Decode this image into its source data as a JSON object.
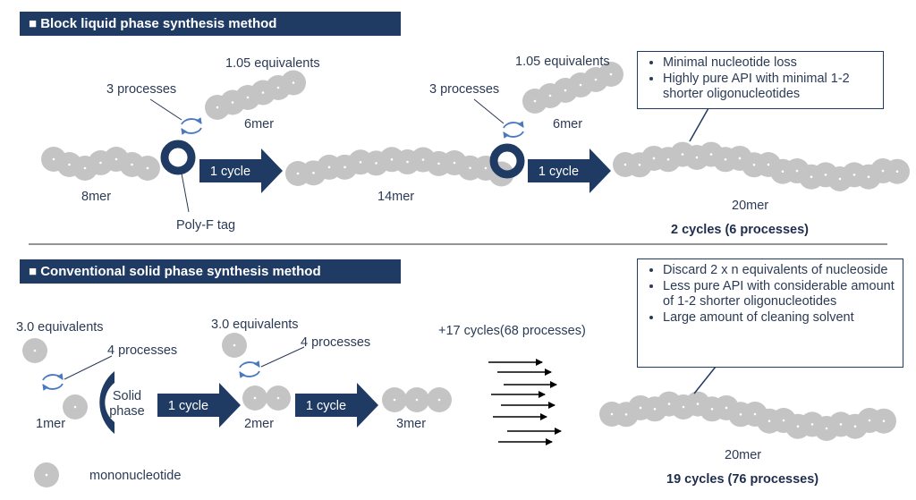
{
  "block": {
    "banner": "■ Block liquid phase synthesis method",
    "equiv_a": "1.05 equivalents",
    "equiv_b": "1.05 equivalents",
    "processes_a": "3 processes",
    "processes_b": "3 processes",
    "mer_6_a": "6mer",
    "mer_6_b": "6mer",
    "mer_8": "8mer",
    "mer_14": "14mer",
    "mer_20": "20mer",
    "cycle_a": "1 cycle",
    "cycle_b": "1 cycle",
    "tag": "Poly-F tag",
    "summary": "2 cycles (6 processes)",
    "callout": [
      "Minimal nucleotide loss",
      "Highly pure API with minimal 1-2 shorter oligonucleotides"
    ]
  },
  "conventional": {
    "banner": "■ Conventional solid phase synthesis method",
    "equiv_a": "3.0 equivalents",
    "equiv_b": "3.0 equivalents",
    "processes_a": "4 processes",
    "processes_b": "4 processes",
    "solid": "Solid phase",
    "mer_1": "1mer",
    "mer_2": "2mer",
    "mer_3": "3mer",
    "mer_20": "20mer",
    "cycle_a": "1 cycle",
    "cycle_b": "1 cycle",
    "more_cycles": "+17 cycles(68 processes)",
    "summary": "19 cycles (76 processes)",
    "legend": "mononucleotide",
    "callout": [
      "Discard 2 x n equivalents of nucleoside",
      "Less pure API with considerable amount of 1-2 shorter oligonucleotides",
      "Large amount of cleaning solvent"
    ]
  },
  "colors": {
    "navy": "#1f3b63",
    "bead": "#c4c4c4",
    "bead_dot": "#ffffff"
  }
}
